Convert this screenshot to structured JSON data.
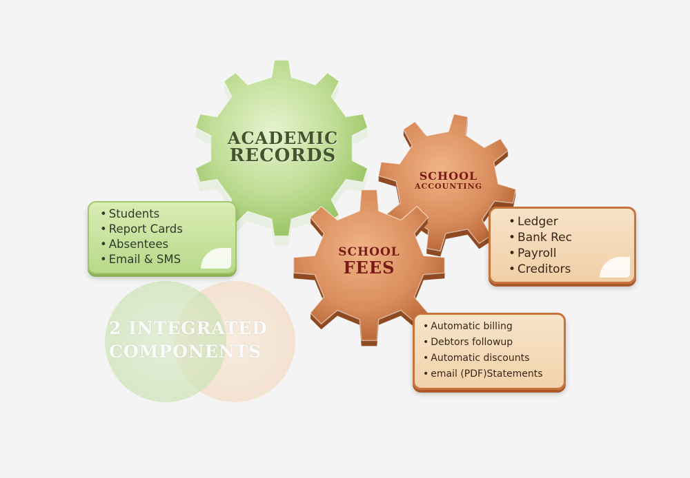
{
  "gears": {
    "academic": {
      "line1": "ACADEMIC",
      "line2": "RECORDS",
      "color": "#b6d88a"
    },
    "accounting": {
      "line1": "SCHOOL",
      "line2": "ACCOUNTING",
      "color": "#d88b5b"
    },
    "fees": {
      "line1": "SCHOOL",
      "line2": "FEES",
      "color": "#d88b5b"
    }
  },
  "boxes": {
    "academic": [
      "Students",
      "Report Cards",
      "Absentees",
      "Email & SMS"
    ],
    "accounting": [
      "Ledger",
      "Bank Rec",
      "Payroll",
      "Creditors"
    ],
    "fees": [
      "Automatic billing",
      "Debtors followup",
      "Automatic discounts",
      "email (PDF)Statements"
    ]
  },
  "faded_title": {
    "line1": "2 INTEGRATED",
    "line2": "COMPONENTS"
  },
  "colors": {
    "green": "#b6d88a",
    "orange": "#d88b5b",
    "text_dark_green": "#3f4f2f",
    "text_dark_red": "#7a1a14"
  }
}
